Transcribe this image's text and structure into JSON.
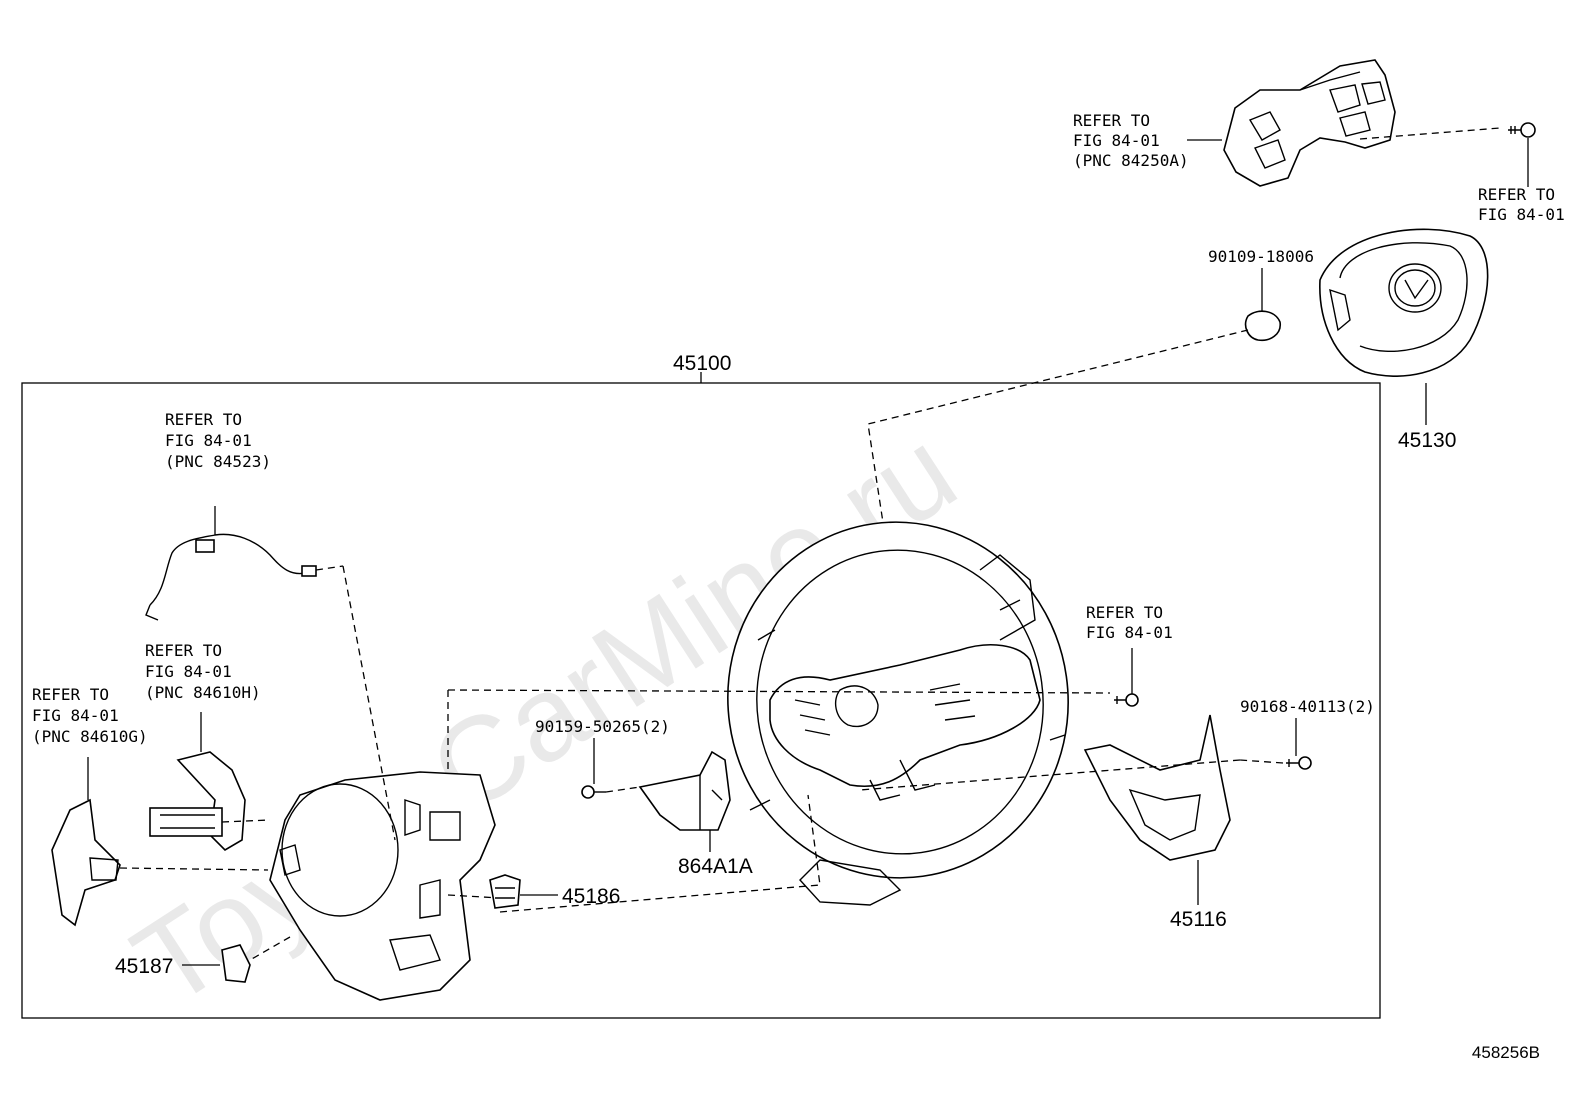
{
  "watermark": "ToyotaCarMine.ru",
  "figure_code": "458256B",
  "colors": {
    "ink": "#000000",
    "watermark": "#e9e9e9",
    "background": "#ffffff"
  },
  "callouts": {
    "c84250a": [
      "REFER TO",
      "FIG 84-01",
      "(PNC 84250A)"
    ],
    "c_top_screw": [
      "REFER TO",
      "FIG 84-01"
    ],
    "c84523": [
      "REFER TO",
      "FIG 84-01",
      "(PNC 84523)"
    ],
    "c84610h": [
      "REFER TO",
      "FIG 84-01",
      "(PNC 84610H)"
    ],
    "c84610g": [
      "REFER TO",
      "FIG 84-01",
      "(PNC 84610G)"
    ],
    "c_mid_screw": [
      "REFER TO",
      "FIG 84-01"
    ]
  },
  "parts": {
    "p45100": "45100",
    "p45130": "45130",
    "p90109": "90109-18006",
    "p90159": "90159-50265(2)",
    "p90168": "90168-40113(2)",
    "p864a1a": "864A1A",
    "p45186": "45186",
    "p45187": "45187",
    "p45116": "45116"
  }
}
